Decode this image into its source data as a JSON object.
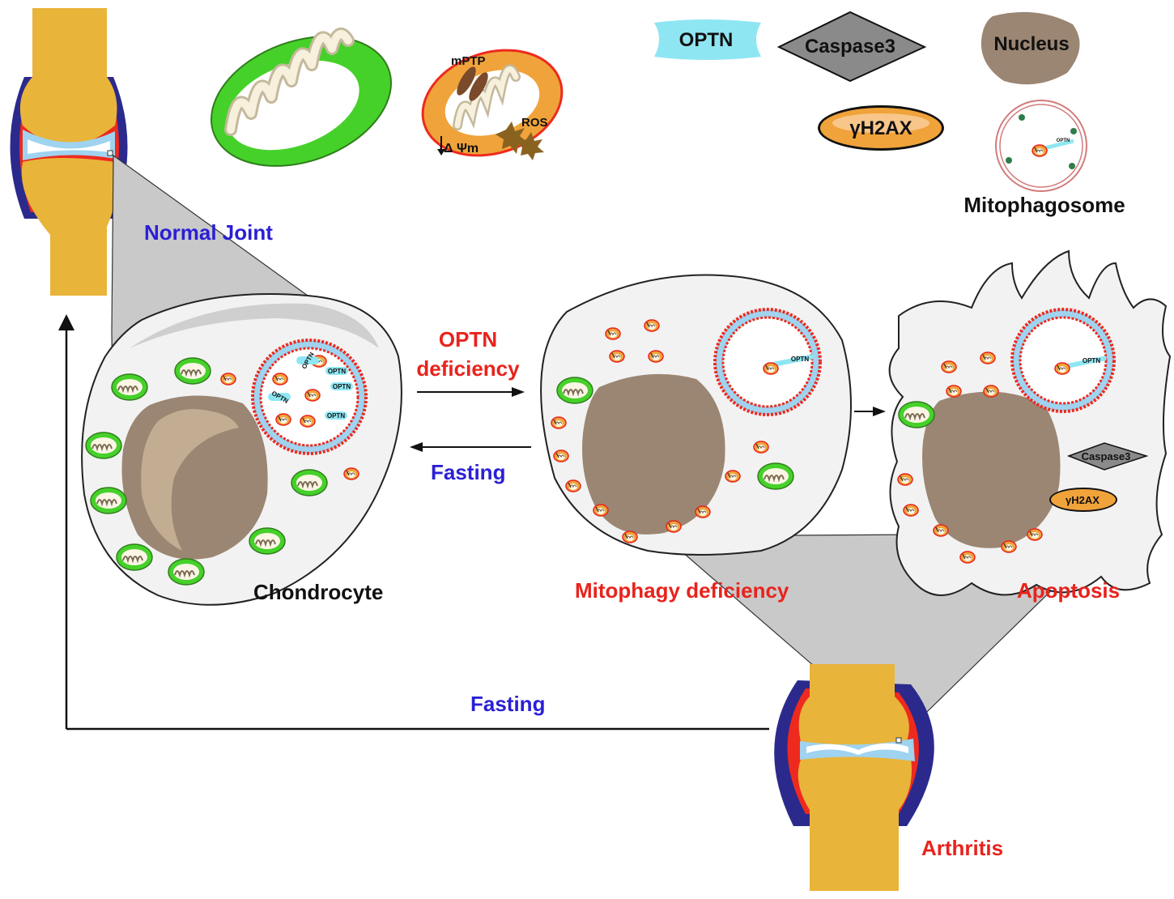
{
  "colors": {
    "bone": "#e9b43a",
    "cartilage": "#9fd3ef",
    "capsule_red": "#ee2a1e",
    "capsule_blue": "#2b2a8c",
    "healthy_mito": "#46d12a",
    "damaged_mito": "#f0a33a",
    "cell_fill": "#f2f2f2",
    "nucleus": "#9b8673",
    "optn": "#8fe6f3",
    "label_blue": "#2a1fd6",
    "label_red": "#e8231c"
  },
  "legend": {
    "optn": "OPTN",
    "caspase3": "Caspase3",
    "nucleus": "Nucleus",
    "gamma_h2ax": "γH2AX",
    "mitophagosome": "Mitophagosome",
    "mptp": "mPTP",
    "ros": "ROS",
    "delta_psi": "↓Δ Ψm"
  },
  "labels": {
    "normal_joint": "Normal Joint",
    "chondrocyte": "Chondrocyte",
    "optn_deficiency_line1": "OPTN",
    "optn_deficiency_line2": "deficiency",
    "fasting_mid": "Fasting",
    "mitophagy_deficiency": "Mitophagy deficiency",
    "apoptosis": "Apoptosis",
    "fasting_bottom": "Fasting",
    "arthritis": "Arthritis"
  },
  "cell_labels": {
    "optn": "OPTN",
    "caspase3": "Caspase3",
    "gamma_h2ax": "γH2AX"
  }
}
